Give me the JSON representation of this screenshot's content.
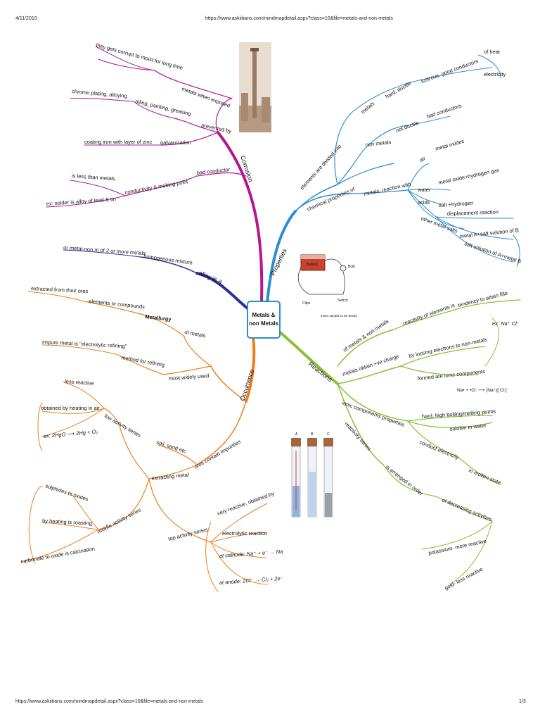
{
  "header": {
    "date": "4/11/2019",
    "url": "https://www.askiitians.com/mindmapdetail.aspx?class=10&file=metals-and-non-metals"
  },
  "footer": {
    "url": "https://www.askiitians.com/mindmapdetail.aspx?class=10&file=metals-and-non-metals",
    "page": "1/3"
  },
  "colors": {
    "corrosion": "#b5178e",
    "alloy": "#2b2f9e",
    "occurrence": "#ef7d1a",
    "properties": "#2a8ed1",
    "reactions": "#86c232",
    "center_border": "#2a8ed1"
  },
  "center": {
    "line1": "Metals &",
    "line2": "non Metals"
  },
  "corrosion": {
    "branch": "Corrosion",
    "exposed": "metals when exposed",
    "moist": "they gets corrupt to moist for long time",
    "prevented": "prevented by",
    "oiling": "oiling, painting, greasing",
    "chrome": "chrome plating, alloying",
    "galvanization": "galvanization",
    "zinc": "coating iron with layer of zinc",
    "bad_conductor": "bad conductor",
    "conductivity": "conductivity & melting point",
    "less_than": "is less than metals",
    "solder": "ex: solder is alloy of lead & tin"
  },
  "alloy": {
    "branch": "alloy is a",
    "homogenous": "homogenous mixture",
    "metal_nonmetal": "or metal-non m of 2 or more metals"
  },
  "occurrence": {
    "branch": "Occurrence",
    "metallurgy": "Metallurgy",
    "elements": "elements or compounds",
    "extracted": "extracted from their ores",
    "of_metals": "of metals",
    "most_used": "most widely used",
    "refining": "method for refining",
    "impure": "impure metal is \"electrolytic refining\"",
    "ores": "ores contain impurities",
    "soil": "soil, sand etc",
    "extracting": "extracting metal",
    "low": "low activity series",
    "less_reactive": "less reactive",
    "heating_air": "obtained by heating in air",
    "low_eq": "ex: 2HgO ⟶ 2Hg + O₂",
    "middle": "middle activity series",
    "sulphides": "sulphides to oxides",
    "roasting": "by heating is roasting",
    "calcination": "carbonate to oxide is calcination",
    "top": "top activity series",
    "very_reactive": "very reactive, obtained by",
    "electrolytic": "electrolytic reaction",
    "cathode": "at cathode: Na⁺ + e⁻ → Na",
    "anode": "at anode: 2Cl⁻ → Cl₂ + 2e⁻"
  },
  "properties": {
    "branch": "Properties",
    "divided": "elements are divided into",
    "metals": "metals",
    "hard": "hard, ductile",
    "lustrous": "lustrous, good conductors",
    "of_heat": "of heat",
    "electricity": "electricity",
    "non_metals": "non metals",
    "not_ductile": "not ductile",
    "bad_conductors": "bad conductors",
    "chemical": "chemical properties of",
    "reaction_with": "metals, reaction with",
    "air": "air",
    "metal_oxides": "metal oxides",
    "water": "water",
    "oxide_h2": "metal oxide+hydrogen gas",
    "acids": "acids",
    "salt_h2": "salt +hydrogen",
    "displacement": "displacement reaction",
    "other_salts": "other metal salts",
    "salt_b": "metal A+salt solution of B",
    "salt_a": "salt solution of A+metal B"
  },
  "reactions": {
    "branch": "Reactions",
    "of_metals_nonmetals": "of metals & non metals",
    "reactivity_of": "reactivity of elements is",
    "tendency": "tendency to attain fille",
    "ex_nacl": "ex: Na⁺ Cl⁻",
    "positive": "metals obtain +ve charge",
    "loosing": "by loosing electrons to non-metals",
    "ionic": "formed are ionic components",
    "ionic_eq": "Na• + •Cl: ⟶ (Na⁺)[:Cl:]⁻",
    "ionic_props": "ionic components properties",
    "hard_points": "hard, high boiling/melting points",
    "soluble": "soluble in water",
    "conduct": "conduct electricity",
    "molten": "in molten state",
    "reactivity_series": "reactivity series",
    "arranged": "is arranged in order",
    "decreasing": "of decreasing activities",
    "potassium": "potassium- more reactive",
    "gold": "gold- less reactive"
  },
  "apparatus": {
    "battery": "Battery",
    "bulb": "Bulb",
    "clips": "Clips",
    "switch": "Switch",
    "insert": "Insert sample to be tested",
    "tubes": [
      "A",
      "B",
      "C"
    ]
  }
}
